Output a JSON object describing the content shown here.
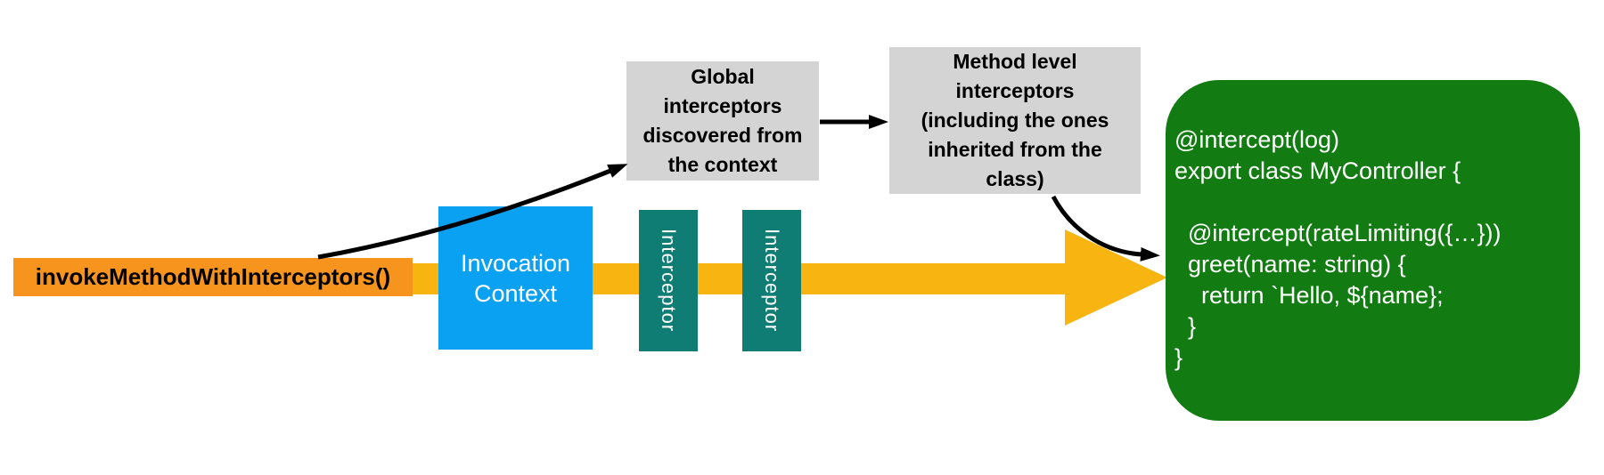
{
  "colors": {
    "invoke_box": "#F7941D",
    "flow_arrow": "#F8B511",
    "invocation_context_box": "#0AA1F2",
    "interceptor_box": "#0F7D74",
    "interceptor_group_box": "#D4D4D4",
    "controller_box": "#127C12",
    "connector_arrows": "#000000",
    "background": "#FFFFFF"
  },
  "nodes": {
    "invoke_method": {
      "label": "invokeMethodWithInterceptors()"
    },
    "invocation_context": {
      "label": "Invocation\nContext"
    },
    "interceptor1": {
      "label": "Interceptor"
    },
    "interceptor2": {
      "label": "Interceptor"
    },
    "global_interceptors": {
      "label": "Global\ninterceptors\ndiscovered from\nthe context"
    },
    "method_interceptors": {
      "label": "Method level\ninterceptors\n(including the ones\ninherited from the\nclass)"
    },
    "controller_code": {
      "code": "@intercept(log)\nexport class MyController {\n\n  @intercept(rateLimiting({…}))\n  greet(name: string) {\n    return `Hello, ${name};\n  }\n}"
    }
  }
}
